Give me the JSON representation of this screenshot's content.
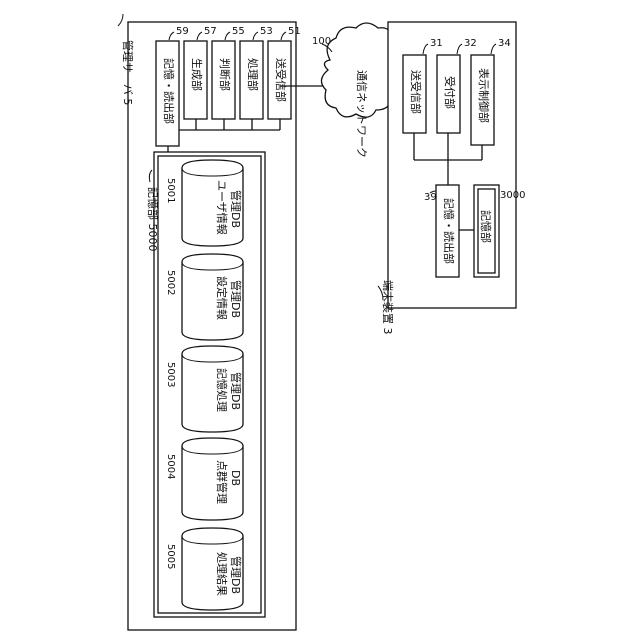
{
  "server": {
    "title": "管理サーバ 5",
    "units": [
      {
        "id": "59",
        "label": "記憶・読出部"
      },
      {
        "id": "57",
        "label": "生成部"
      },
      {
        "id": "55",
        "label": "判断部"
      },
      {
        "id": "53",
        "label": "処理部"
      },
      {
        "id": "51",
        "label": "送受信部"
      }
    ],
    "storage": {
      "label": "記憶部 5000",
      "dbs": [
        {
          "id": "5001",
          "line1": "ユーザ情報",
          "line2": "管理DB"
        },
        {
          "id": "5002",
          "line1": "設定情報",
          "line2": "管理DB"
        },
        {
          "id": "5003",
          "line1": "記憶処理",
          "line2": "管理DB"
        },
        {
          "id": "5004",
          "line1": "点群管理",
          "line2": "DB"
        },
        {
          "id": "5005",
          "line1": "処理結果",
          "line2": "管理DB"
        }
      ]
    }
  },
  "network": {
    "id": "100",
    "label": "通信ネットワーク"
  },
  "terminal": {
    "title": "端末装置 3",
    "units": [
      {
        "id": "31",
        "label": "送受信部"
      },
      {
        "id": "32",
        "label": "受付部"
      },
      {
        "id": "34",
        "label": "表示制御部"
      }
    ],
    "rw": {
      "id": "39",
      "label": "記憶・読出部"
    },
    "storage": {
      "id": "3000",
      "label": "記憶部"
    }
  }
}
